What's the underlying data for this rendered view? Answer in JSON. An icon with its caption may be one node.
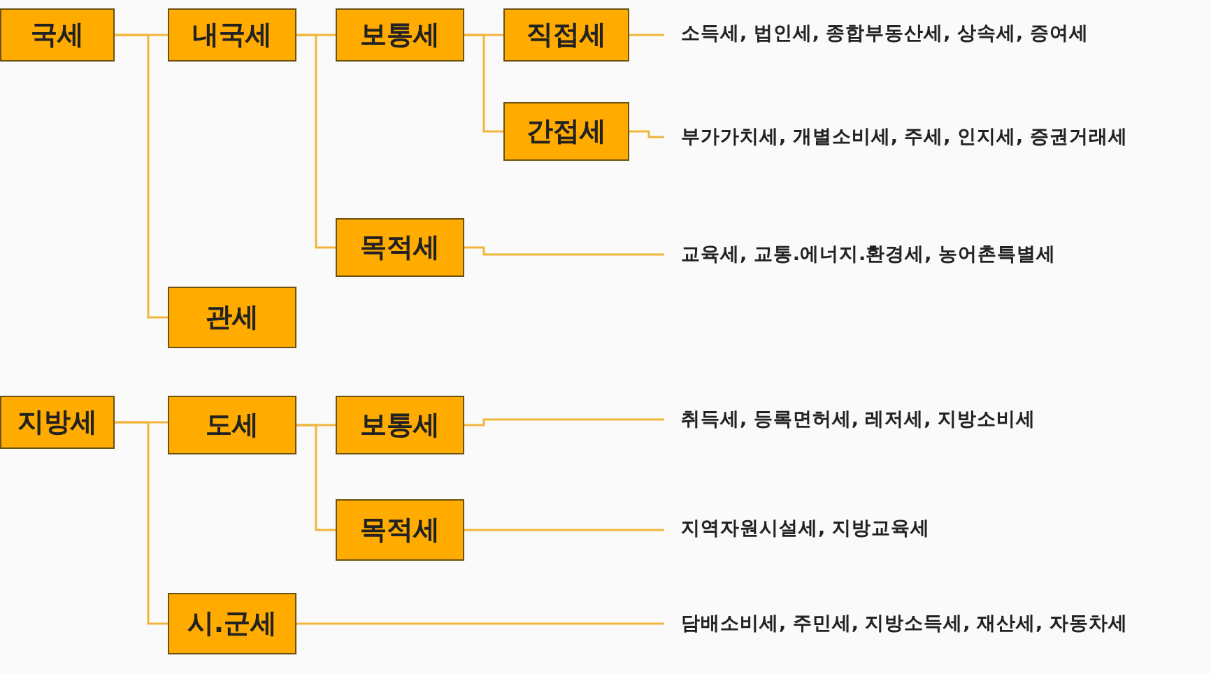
{
  "diagram": {
    "nodes": [
      {
        "text": [
          "국세"
        ]
      },
      {
        "text": [
          "내국세"
        ]
      },
      {
        "text": [
          "보통세"
        ]
      },
      {
        "text": [
          "직접세"
        ]
      },
      {
        "text": [
          "소득세, 법인세, 종합부동산세, 상속세, 증여세"
        ]
      },
      {
        "text": [
          "간접세"
        ]
      },
      {
        "text": [
          "부가가치세, 개별소비세, 주세, 인지세, 증권거래세"
        ]
      },
      {
        "text": [
          "목적세"
        ]
      },
      {
        "text": [
          "교육세, 교통.에너지.환경세, 농어촌특별세"
        ]
      },
      {
        "text": [
          "관세"
        ]
      },
      {
        "text": [
          "지방세"
        ]
      },
      {
        "text": [
          "도세"
        ]
      },
      {
        "text": [
          "보통세"
        ]
      },
      {
        "text": [
          "취득세, 등록면허세, 레저세, 지방소비세"
        ]
      },
      {
        "text": [
          "목적세"
        ]
      },
      {
        "text": [
          "지역자원시설세, 지방교육세"
        ]
      },
      {
        "text": [
          "시.군세"
        ]
      },
      {
        "text": [
          "담배소비세, 주민세, 지방소득세, 재산세, 자동차세"
        ]
      }
    ],
    "edges": [
      {
        "from": 0,
        "to": 1,
        "arrow": "none"
      },
      {
        "from": 0,
        "to": 9,
        "arrow": "none"
      },
      {
        "from": 1,
        "to": 2,
        "arrow": "none"
      },
      {
        "from": 1,
        "to": 7,
        "arrow": "none"
      },
      {
        "from": 2,
        "to": 3,
        "arrow": "none"
      },
      {
        "from": 2,
        "to": 5,
        "arrow": "none"
      },
      {
        "from": 3,
        "to": 4,
        "arrow": "none"
      },
      {
        "from": 5,
        "to": 6,
        "arrow": "none"
      },
      {
        "from": 7,
        "to": 8,
        "arrow": "none"
      },
      {
        "from": 10,
        "to": 11,
        "arrow": "none"
      },
      {
        "from": 10,
        "to": 16,
        "arrow": "none"
      },
      {
        "from": 11,
        "to": 12,
        "arrow": "none"
      },
      {
        "from": 11,
        "to": 14,
        "arrow": "none"
      },
      {
        "from": 12,
        "to": 13,
        "arrow": "none"
      },
      {
        "from": 14,
        "to": 15,
        "arrow": "none"
      },
      {
        "from": 16,
        "to": 17,
        "arrow": "none"
      }
    ]
  }
}
